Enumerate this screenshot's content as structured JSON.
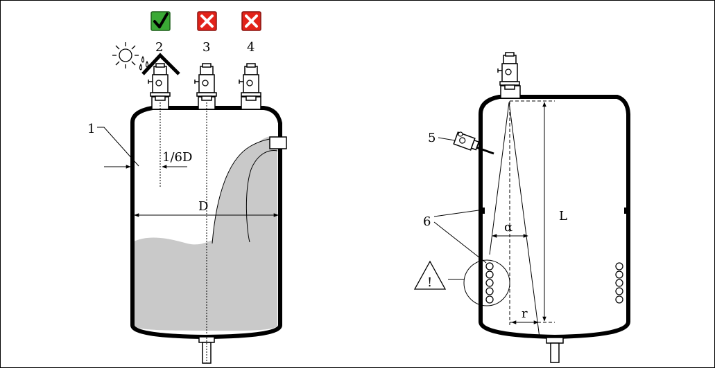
{
  "diagram": {
    "labels": {
      "n1": "1",
      "n2": "2",
      "n3": "3",
      "n4": "4",
      "n5": "5",
      "n6": "6",
      "one_sixth_d": "1/6D",
      "d": "D",
      "l": "L",
      "alpha": "α",
      "r": "r",
      "warning": "!"
    },
    "status_colors": {
      "ok": "#3aa935",
      "bad": "#e2231a"
    },
    "icons": [
      "check-icon",
      "cross-icon",
      "cross-icon",
      "sun-icon",
      "rain-drops-icon",
      "warning-triangle-icon"
    ]
  }
}
